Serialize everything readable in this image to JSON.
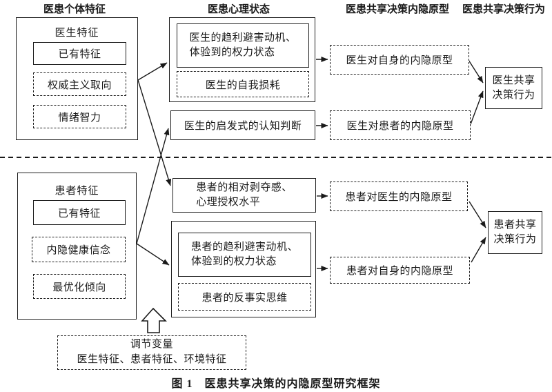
{
  "figure": {
    "caption": "图 1　医患共享决策的内隐原型研究框架"
  },
  "colors": {
    "ink": "#1a1a1a",
    "paper": "#ffffff"
  },
  "headers": [
    {
      "label": "医患个体特征"
    },
    {
      "label": "医患心理状态"
    },
    {
      "label": "医患共享决策内隐原型"
    },
    {
      "label": "医患共享决策行为"
    }
  ],
  "individual": {
    "doctor": {
      "title": "医生特征",
      "existing": "已有特征",
      "authoritarian": "权威主义取向",
      "emotional": "情绪智力"
    },
    "patient": {
      "title": "患者特征",
      "existing": "已有特征",
      "health_belief": "内隐健康信念",
      "optimization": "最优化倾向"
    }
  },
  "psych": {
    "doctor_motive_line1": "医生的趋利避害动机、",
    "doctor_motive_line2": "体验到的权力状态",
    "doctor_depletion": "医生的自我损耗",
    "doctor_heuristic": "医生的启发式的认知判断",
    "patient_deprivation_line1": "患者的相对剥夺感、",
    "patient_deprivation_line2": "心理授权水平",
    "patient_motive_line1": "患者的趋利避害动机、",
    "patient_motive_line2": "体验到的权力状态",
    "patient_counterfactual": "患者的反事实思维"
  },
  "prototype": {
    "doctor_self": "医生对自身的内隐原型",
    "doctor_of_patient": "医生对患者的内隐原型",
    "patient_of_doctor": "患者对医生的内隐原型",
    "patient_self": "患者对自身的内隐原型"
  },
  "behavior": {
    "doctor_line1": "医生共享",
    "doctor_line2": "决策行为",
    "patient_line1": "患者共享",
    "patient_line2": "决策行为"
  },
  "moderator": {
    "title": "调节变量",
    "variables": "医生特征、患者特征、环境特征"
  }
}
